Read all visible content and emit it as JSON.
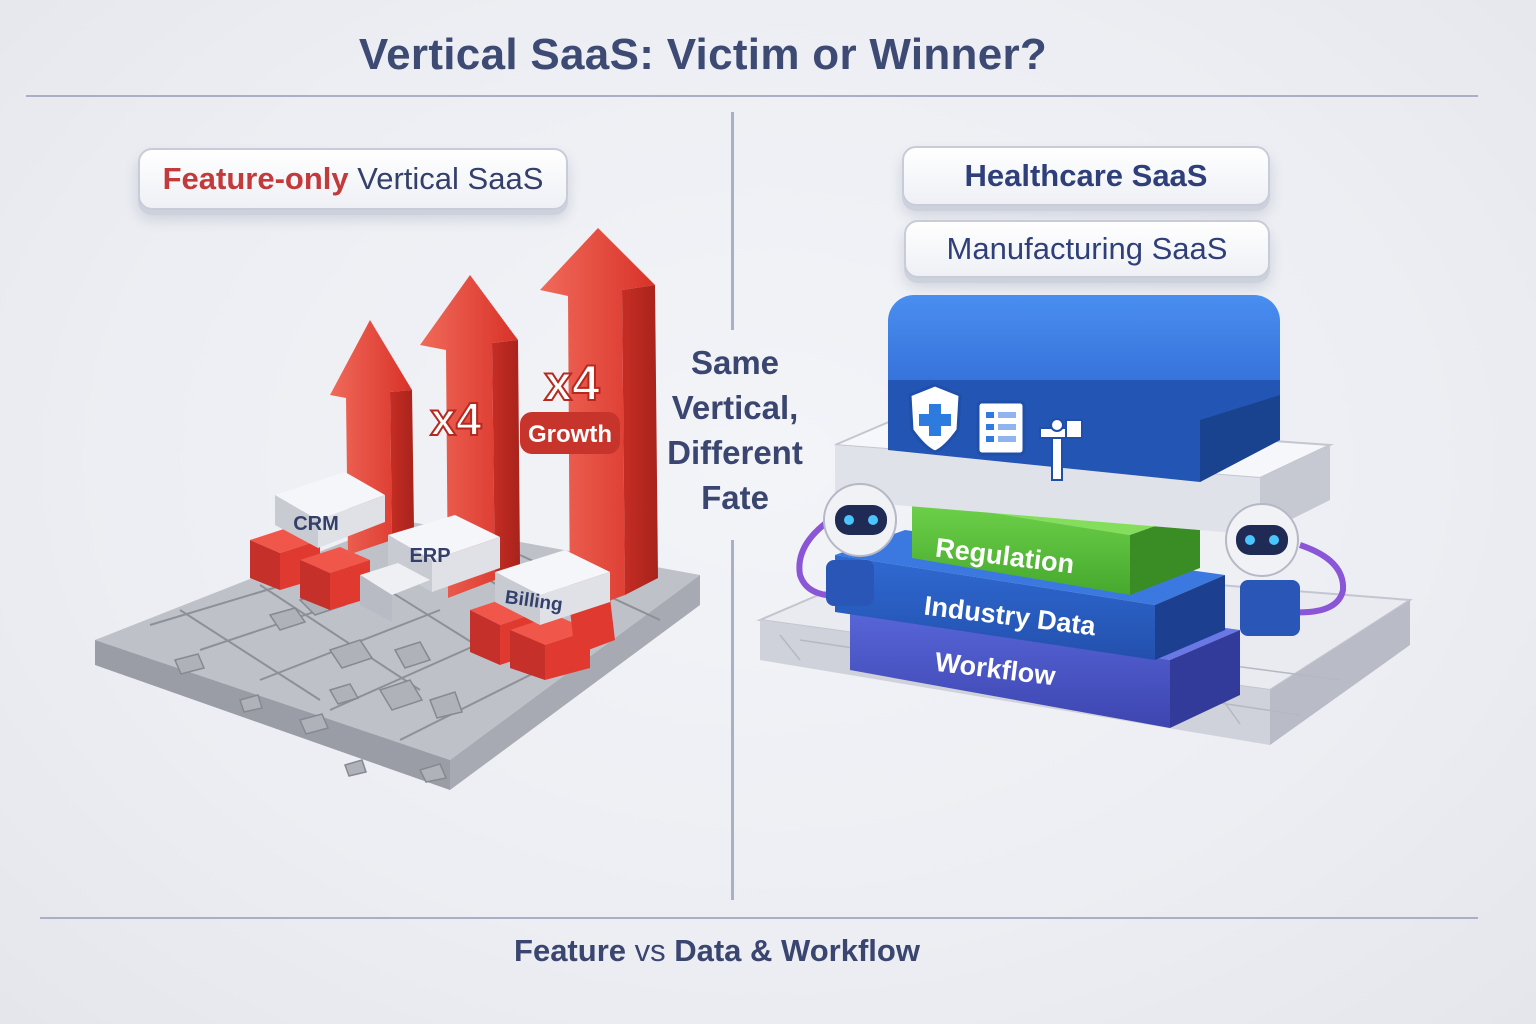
{
  "title": "Vertical SaaS: Victim or Winner?",
  "left_panel": {
    "label_highlight": "Feature-only",
    "label_rest": " Vertical SaaS",
    "arrow_labels": [
      "x4",
      "x4",
      "Growth"
    ],
    "blocks": [
      "CRM",
      "ERP",
      "Billing"
    ]
  },
  "center": {
    "line1": "Same",
    "line2": "Vertical,",
    "line3": "Different",
    "line4": "Fate"
  },
  "right_panel": {
    "pills": [
      "Healthcare SaaS",
      "Manufacturing SaaS"
    ],
    "layers": [
      "Regulation",
      "Industry Data",
      "Workflow"
    ],
    "icons": [
      "medical-shield-icon",
      "dashboard-icon",
      "robot-arm-icon",
      "robot-icon"
    ]
  },
  "footer": {
    "part1": "Feature",
    "part2": " vs ",
    "part3": "Data & Workflow"
  },
  "colors": {
    "red": "#e8453c",
    "blue": "#2c5fc8",
    "green": "#5cbf3d",
    "indigo": "#4a55c9"
  }
}
